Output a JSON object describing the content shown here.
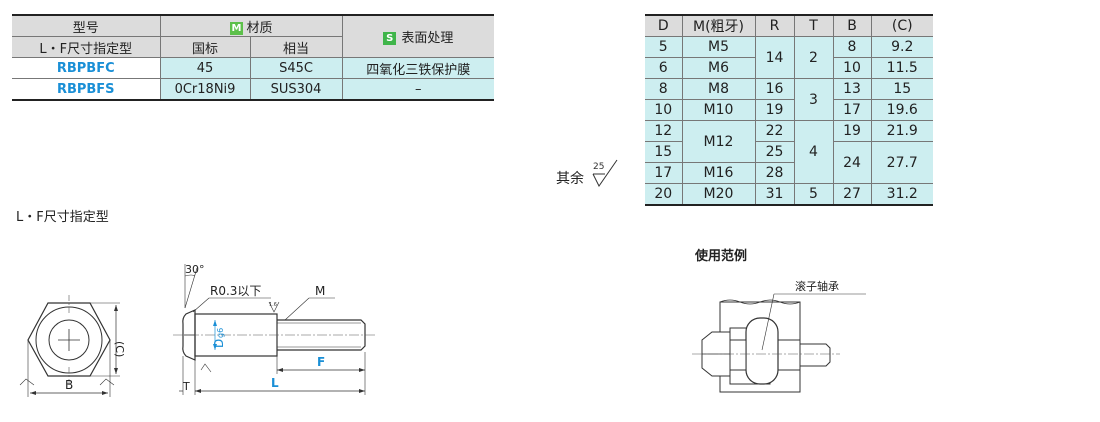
{
  "material_table": {
    "header": {
      "model": "型号",
      "material_badge": "M",
      "material": "材质",
      "surface_badge": "S",
      "surface": "表面处理",
      "lf_type": "L・F尺寸指定型",
      "gb": "国标",
      "equiv": "相当"
    },
    "rows": [
      {
        "model": "RBPBFC",
        "gb": "45",
        "equiv": "S45C",
        "surface": "四氧化三铁保护膜"
      },
      {
        "model": "RBPBFS",
        "gb": "0Cr18Ni9",
        "equiv": "SUS304",
        "surface": "–"
      }
    ]
  },
  "dim_table": {
    "headers": [
      "D",
      "M(粗牙)",
      "R",
      "T",
      "B",
      "(C)"
    ],
    "D": [
      "5",
      "6",
      "8",
      "10",
      "12",
      "15",
      "17",
      "20"
    ],
    "M": [
      "M5",
      "M6",
      "M8",
      "M10",
      "M12",
      "M16",
      "M20"
    ],
    "R": [
      "14",
      "16",
      "19",
      "22",
      "25",
      "28",
      "31"
    ],
    "T": [
      "2",
      "3",
      "4",
      "5"
    ],
    "B": [
      "8",
      "10",
      "13",
      "17",
      "19",
      "24",
      "27"
    ],
    "C": [
      "9.2",
      "11.5",
      "15",
      "19.6",
      "21.9",
      "27.7",
      "31.2"
    ]
  },
  "roughness": {
    "label": "其余",
    "value": "25"
  },
  "drawing": {
    "title": "L・F尺寸指定型",
    "angle": "30°",
    "radius_note": "R0.3以下",
    "thread": "M",
    "roughness_small": "1.6",
    "dia_main": "D",
    "dia_sub": "g6",
    "F": "F",
    "L": "L",
    "T": "T",
    "B": "B",
    "C": "(C)"
  },
  "usage": {
    "title": "使用范例",
    "label": "滚子轴承"
  }
}
